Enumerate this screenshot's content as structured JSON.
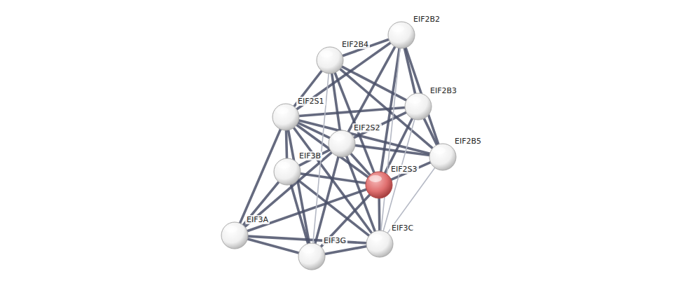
{
  "diagram": {
    "nodes": [
      {
        "text": [
          "EIF2B2"
        ]
      },
      {
        "text": [
          "EIF2B4"
        ]
      },
      {
        "text": [
          "EIF2B3"
        ]
      },
      {
        "text": [
          "EIF2S1"
        ]
      },
      {
        "text": [
          "EIF2S2"
        ]
      },
      {
        "text": [
          "EIF2B5"
        ]
      },
      {
        "text": [
          "EIF3B"
        ]
      },
      {
        "text": [
          "EIF2S3"
        ]
      },
      {
        "text": [
          "EIF3A"
        ]
      },
      {
        "text": [
          "EIF3C"
        ]
      },
      {
        "text": [
          "EIF3G"
        ]
      }
    ],
    "edges": [
      {
        "from": 0,
        "to": 1,
        "arrow": "none"
      },
      {
        "from": 0,
        "to": 2,
        "arrow": "none"
      },
      {
        "from": 0,
        "to": 5,
        "arrow": "none"
      },
      {
        "from": 0,
        "to": 3,
        "arrow": "none"
      },
      {
        "from": 0,
        "to": 4,
        "arrow": "none"
      },
      {
        "from": 0,
        "to": 7,
        "arrow": "none"
      },
      {
        "from": 1,
        "to": 2,
        "arrow": "none"
      },
      {
        "from": 1,
        "to": 5,
        "arrow": "none"
      },
      {
        "from": 1,
        "to": 3,
        "arrow": "none"
      },
      {
        "from": 1,
        "to": 4,
        "arrow": "none"
      },
      {
        "from": 1,
        "to": 7,
        "arrow": "none"
      },
      {
        "from": 2,
        "to": 5,
        "arrow": "none"
      },
      {
        "from": 2,
        "to": 3,
        "arrow": "none"
      },
      {
        "from": 2,
        "to": 4,
        "arrow": "none"
      },
      {
        "from": 2,
        "to": 7,
        "arrow": "none"
      },
      {
        "from": 5,
        "to": 3,
        "arrow": "none"
      },
      {
        "from": 5,
        "to": 4,
        "arrow": "none"
      },
      {
        "from": 5,
        "to": 7,
        "arrow": "none"
      },
      {
        "from": 3,
        "to": 4,
        "arrow": "none"
      },
      {
        "from": 3,
        "to": 7,
        "arrow": "none"
      },
      {
        "from": 3,
        "to": 6,
        "arrow": "none"
      },
      {
        "from": 3,
        "to": 8,
        "arrow": "none"
      },
      {
        "from": 3,
        "to": 10,
        "arrow": "none"
      },
      {
        "from": 3,
        "to": 9,
        "arrow": "none"
      },
      {
        "from": 4,
        "to": 7,
        "arrow": "none"
      },
      {
        "from": 4,
        "to": 6,
        "arrow": "none"
      },
      {
        "from": 4,
        "to": 8,
        "arrow": "none"
      },
      {
        "from": 4,
        "to": 10,
        "arrow": "none"
      },
      {
        "from": 4,
        "to": 9,
        "arrow": "none"
      },
      {
        "from": 7,
        "to": 6,
        "arrow": "none"
      },
      {
        "from": 7,
        "to": 8,
        "arrow": "none"
      },
      {
        "from": 7,
        "to": 10,
        "arrow": "none"
      },
      {
        "from": 7,
        "to": 9,
        "arrow": "none"
      },
      {
        "from": 6,
        "to": 8,
        "arrow": "none"
      },
      {
        "from": 6,
        "to": 10,
        "arrow": "none"
      },
      {
        "from": 6,
        "to": 9,
        "arrow": "none"
      },
      {
        "from": 8,
        "to": 10,
        "arrow": "none"
      },
      {
        "from": 8,
        "to": 9,
        "arrow": "none"
      },
      {
        "from": 10,
        "to": 9,
        "arrow": "none"
      },
      {
        "from": 0,
        "to": 9,
        "arrow": "none"
      },
      {
        "from": 5,
        "to": 9,
        "arrow": "none"
      },
      {
        "from": 2,
        "to": 9,
        "arrow": "none"
      },
      {
        "from": 1,
        "to": 10,
        "arrow": "none"
      }
    ]
  }
}
